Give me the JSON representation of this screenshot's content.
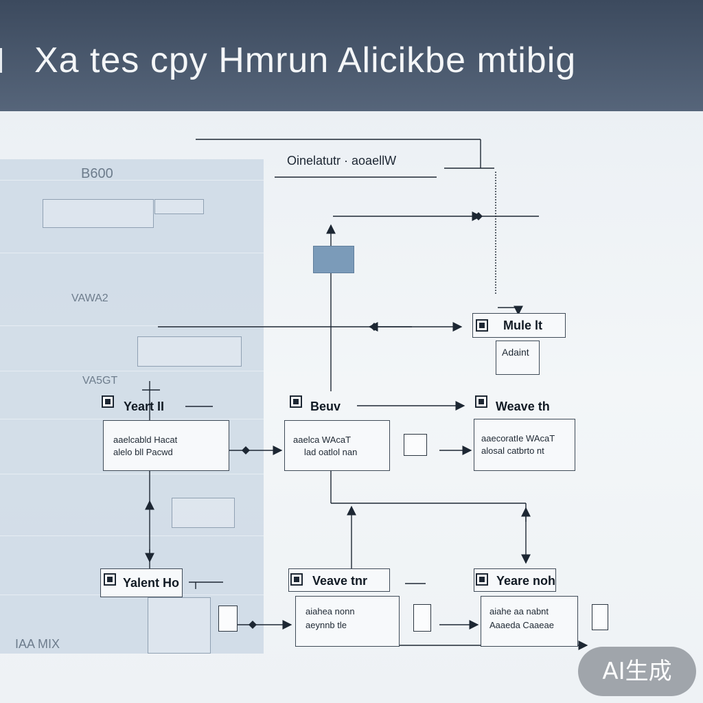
{
  "header": {
    "title": "Xa tes cpy Hmrun Alicikbe mtibig"
  },
  "background_panel": {
    "labels": [
      "B600",
      "VAWA2",
      "VA5GT",
      "IAA MIX"
    ]
  },
  "diagram": {
    "top_label": "Oinelatutr · aoaellW",
    "nodes": [
      {
        "id": "module-it",
        "title": "Mule lt",
        "sub": "Adaint"
      },
      {
        "id": "yeart",
        "title": "Yeart II",
        "body": [
          "aaelcabld Hacat",
          "alelo bll Pacwd"
        ]
      },
      {
        "id": "beuv",
        "title": "Beuv",
        "body": [
          "aaelca WAcaT",
          "lad oatlol nan"
        ]
      },
      {
        "id": "weave-right",
        "title": "Weave th",
        "body": [
          "aaecoratIe WAcaT",
          "alosal catbrto nt"
        ]
      },
      {
        "id": "yalent",
        "title": "Yalent Ho",
        "body": []
      },
      {
        "id": "weave-bottom",
        "title": "Veave tnr",
        "body": [
          "aiahea nonn",
          "aeynnb tle"
        ]
      },
      {
        "id": "yeare",
        "title": "Yeare noh",
        "body": [
          "aiahe aa nabnt",
          "Aaaeda Caaeae"
        ]
      }
    ]
  },
  "badge": {
    "text": "AI生成"
  },
  "colors": {
    "header": "#3c4a5e",
    "line": "#1d2733",
    "panel": "#c8d6e3"
  }
}
